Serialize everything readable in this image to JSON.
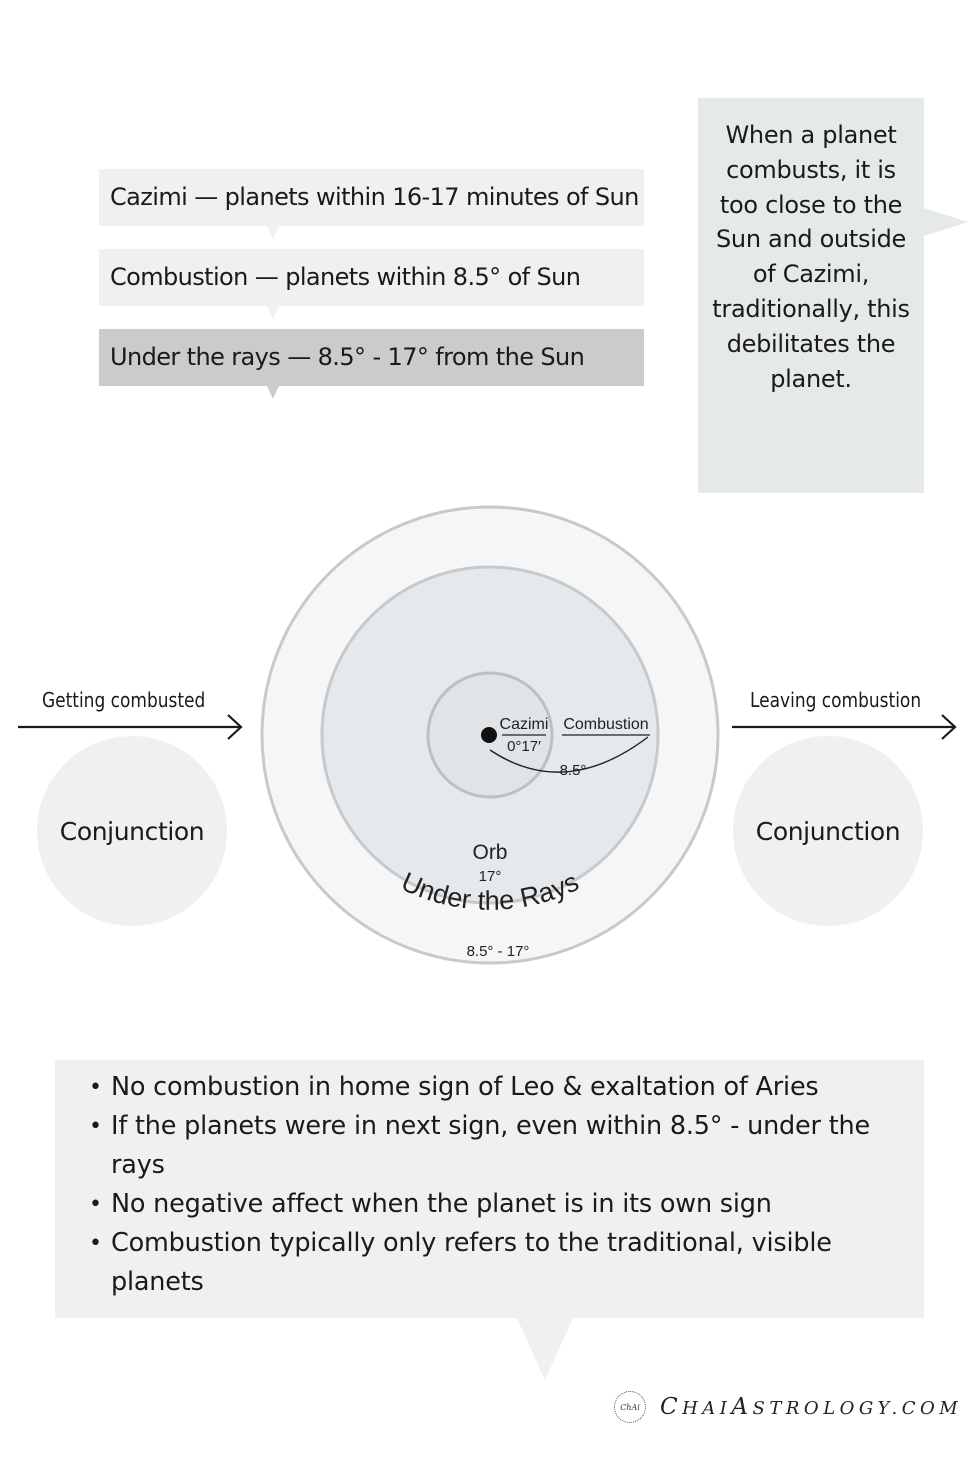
{
  "callouts": [
    {
      "term": "Cazimi",
      "dash": " — ",
      "desc": "planets within 16-17 minutes of Sun"
    },
    {
      "term": "Combustion",
      "dash": " — ",
      "desc": "planets within 8.5° of Sun"
    },
    {
      "term": "Under the rays",
      "dash": " — ",
      "desc": "8.5° - 17° from the Sun"
    }
  ],
  "side_note": "When a planet combusts, it is too close to the Sun and outside of Cazimi, traditionally, this debilitates the planet.",
  "flow": {
    "left_label": "Getting combusted",
    "right_label": "Leaving combustion",
    "left_circle": "Conjunction",
    "right_circle": "Conjunction"
  },
  "diagram": {
    "cazimi_label": "Cazimi",
    "cazimi_value": "0°17′",
    "combustion_label": "Combustion",
    "combustion_value": "8.5°",
    "orb_label": "Orb",
    "orb_value": "17°",
    "rays_label": "Under the Rays",
    "rays_value": "8.5° - 17°"
  },
  "notes": [
    "No combustion in home sign of Leo & exaltation of Aries",
    "If the planets were in next sign, even within 8.5° - under the rays",
    "No negative affect when the planet is in its own sign",
    "Combustion typically only refers to the traditional, visible planets"
  ],
  "brand": {
    "logo_text": "ChAi",
    "site_cap1": "C",
    "site_mid1": "HAI",
    "site_cap2": "A",
    "site_mid2": "STROLOGY",
    "site_tld": ".COM"
  },
  "colors": {
    "panel_light": "#eef0f1",
    "panel_dark": "#c9cbcc",
    "ring_stroke": "#c8c9ca",
    "text": "#1a1a1a"
  }
}
